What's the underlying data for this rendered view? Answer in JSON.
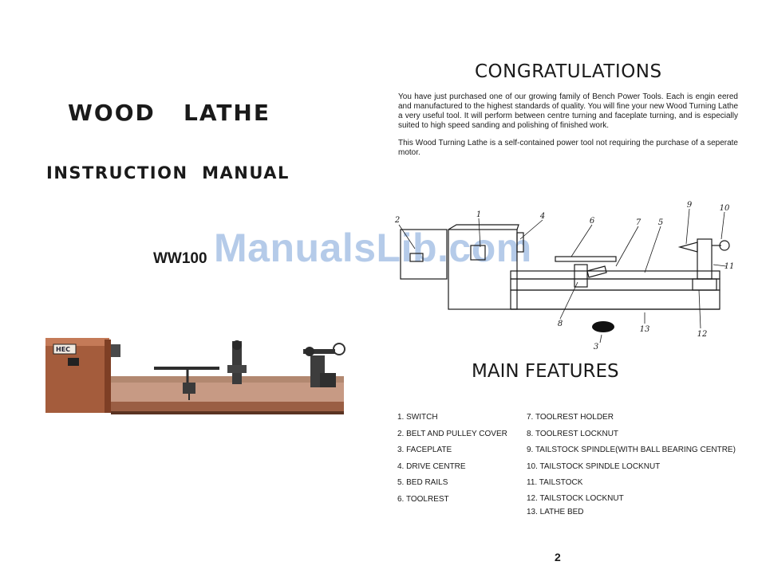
{
  "left_page": {
    "title": "WOOD   LATHE",
    "subtitle": "INSTRUCTION  MANUAL",
    "model": "WW100",
    "photo_badge": "HEC"
  },
  "watermark": "ManualsLib.com",
  "right_page": {
    "heading": "CONGRATULATIONS",
    "paragraphs": [
      "You have just purchased one of our growing family of Bench Power Tools. Each is engin eered and manufactured to the highest standards of quality. You will fine your new Wood Turning Lathe a very useful tool. It will perform between centre turning and faceplate turning, and is especially suited to high speed sanding and polishing of finished work.",
      "This Wood Turning Lathe is a self-contained power tool not requiring the purchase of a seperate motor."
    ],
    "diagram_callouts": [
      "1",
      "2",
      "3",
      "4",
      "6",
      "7",
      "5",
      "8",
      "9",
      "10",
      "11",
      "12",
      "13"
    ],
    "features_heading": "MAIN FEATURES",
    "features_left": [
      "1. SWITCH",
      "2. BELT AND PULLEY COVER",
      "3. FACEPLATE",
      "4. DRIVE CENTRE",
      "5. BED RAILS",
      "6. TOOLREST"
    ],
    "features_right": [
      "7. TOOLREST HOLDER",
      "8. TOOLREST LOCKNUT",
      "9. TAILSTOCK SPINDLE(WITH BALL BEARING CENTRE)",
      "10. TAILSTOCK SPINDLE LOCKNUT",
      "11. TAILSTOCK",
      "12. TAILSTOCK LOCKNUT",
      "13. LATHE BED"
    ],
    "page_number": "2"
  }
}
